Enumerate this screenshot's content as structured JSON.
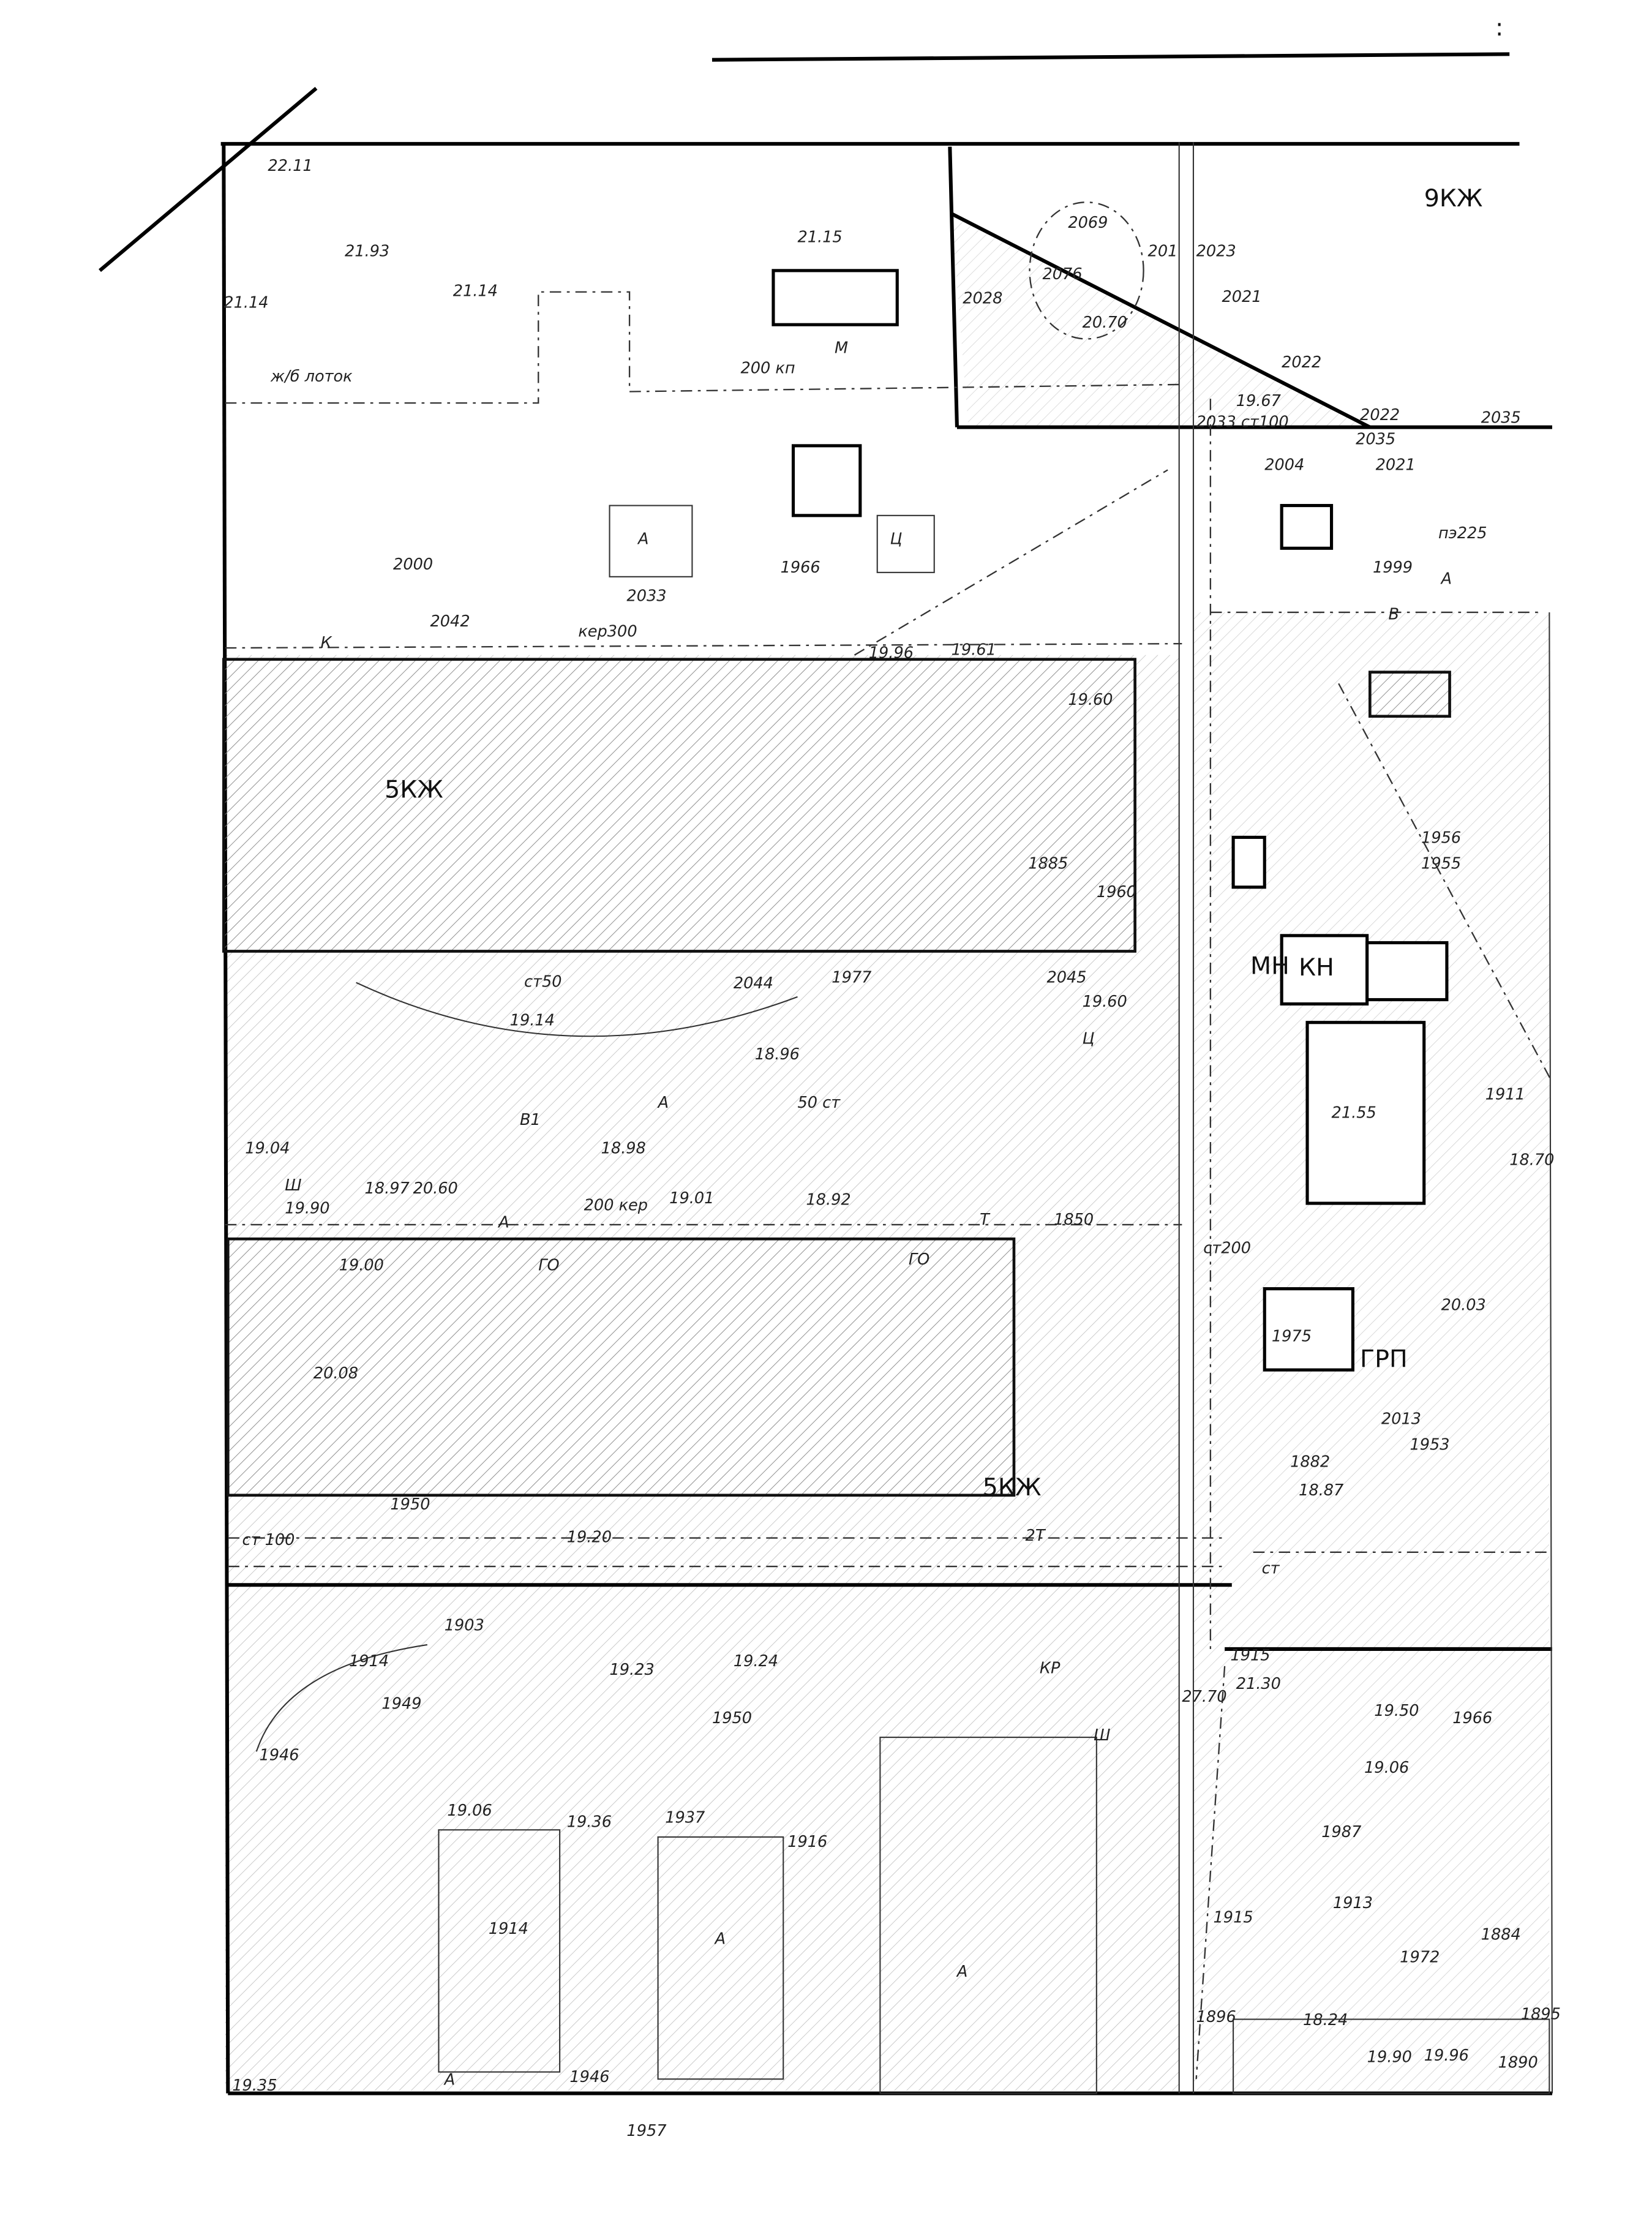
{
  "map": {
    "title": "Топографический план (скан)",
    "corner_mark": ":",
    "labels": [
      "22.11",
      "21.93",
      "21.14",
      "21.14",
      "ж/б лоток",
      "200 кп",
      "М",
      "21.15",
      "2069",
      "20.70",
      "2076",
      "2028",
      "201",
      "2023",
      "2021",
      "2022",
      "19.67",
      "2033 ст100",
      "2022",
      "2035",
      "9КЖ",
      "2004",
      "2021",
      "2035",
      "пэ225",
      "1999",
      "А",
      "Ц",
      "1966",
      "2000",
      "2033",
      "кер300",
      "К",
      "2042",
      "19.96",
      "19.61",
      "19.60",
      "В",
      "А",
      "5КЖ",
      "1960",
      "1885",
      "19.60",
      "ст50",
      "2044",
      "1977",
      "2045",
      "Ц",
      "19.14",
      "18.96",
      "50 ст",
      "А",
      "В1",
      "18.98",
      "19.04",
      "Ш",
      "19.90",
      "20.60",
      "18.97",
      "А",
      "200 кер",
      "19.01",
      "18.92",
      "19.00",
      "ГО",
      "ГО",
      "Т",
      "1850",
      "ст200",
      "21.55",
      "КН",
      "МН",
      "1975",
      "ГРП",
      "20.03",
      "2013",
      "1953",
      "1882",
      "18.87",
      "20.08",
      "5КЖ",
      "1950",
      "19.20",
      "2T",
      "ст 100",
      "ст",
      "1915",
      "21.30",
      "27.70",
      "1903",
      "1914",
      "1949",
      "1946",
      "1950",
      "19.24",
      "19.23",
      "Ш",
      "19.06",
      "19.36",
      "1937",
      "1916",
      "1914",
      "А",
      "А",
      "А",
      "1946",
      "19.35",
      "19.50",
      "19.06",
      "1987",
      "1915",
      "1913",
      "1972",
      "1884",
      "1896",
      "18.24",
      "19.90",
      "19.96",
      "1890",
      "1895",
      "КР",
      "1911",
      "18.70",
      "1966",
      "1956",
      "1955",
      "1957"
    ],
    "colors": {
      "ink": "#111111",
      "paper": "#ffffff",
      "hatch": "#8a8a8a"
    }
  }
}
